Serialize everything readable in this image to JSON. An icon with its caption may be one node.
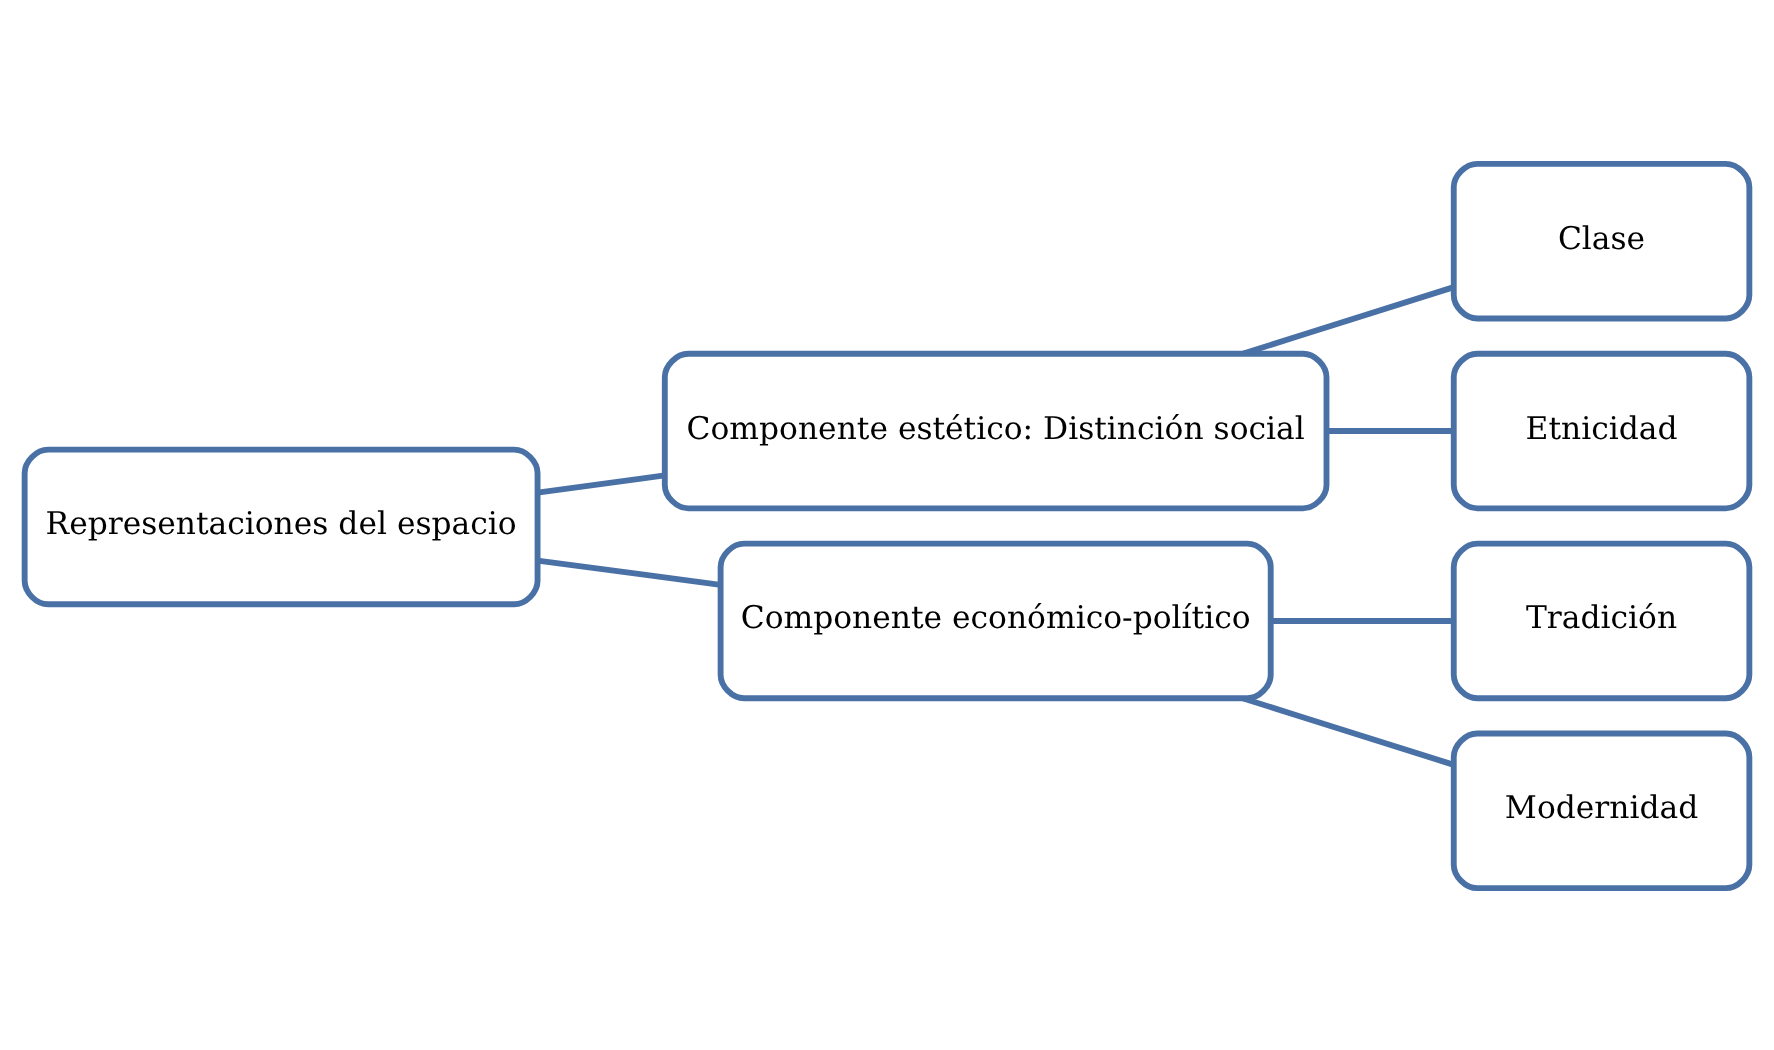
{
  "diagram": {
    "nodes": [
      {
        "text": [
          "Representaciones del espacio"
        ]
      },
      {
        "text": [
          "Componente estético: Distinción social"
        ]
      },
      {
        "text": [
          "Componente económico-político"
        ]
      },
      {
        "text": [
          "Clase"
        ]
      },
      {
        "text": [
          "Etnicidad"
        ]
      },
      {
        "text": [
          "Tradición"
        ]
      },
      {
        "text": [
          "Modernidad"
        ]
      }
    ],
    "edges": [
      {
        "from": 0,
        "to": 1,
        "arrow": "none"
      },
      {
        "from": 0,
        "to": 2,
        "arrow": "none"
      },
      {
        "from": 1,
        "to": 3,
        "arrow": "none"
      },
      {
        "from": 1,
        "to": 4,
        "arrow": "none"
      },
      {
        "from": 2,
        "to": 5,
        "arrow": "none"
      },
      {
        "from": 2,
        "to": 6,
        "arrow": "none"
      }
    ]
  }
}
